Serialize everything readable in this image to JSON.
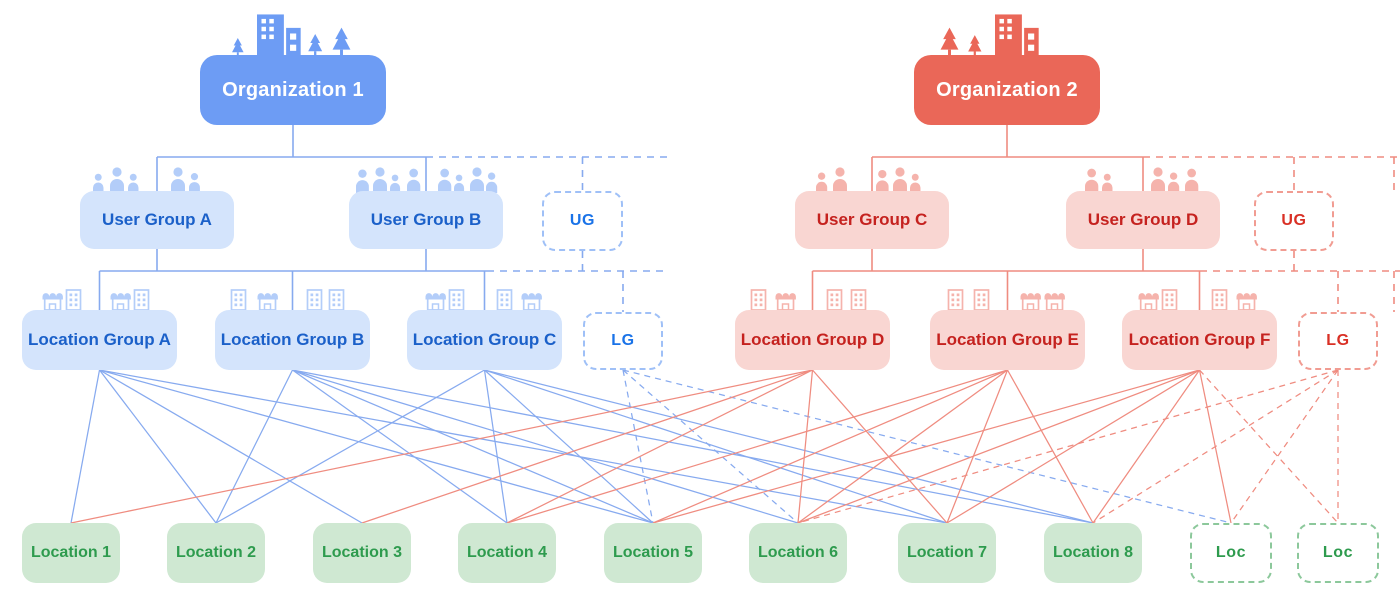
{
  "organizations": [
    {
      "id": "org1",
      "label": "Organization 1",
      "theme": "blue"
    },
    {
      "id": "org2",
      "label": "Organization 2",
      "theme": "red"
    }
  ],
  "user_groups": [
    {
      "id": "ug_a",
      "label": "User Group A",
      "theme": "blue"
    },
    {
      "id": "ug_b",
      "label": "User Group B",
      "theme": "blue"
    },
    {
      "id": "ug_c",
      "label": "User Group C",
      "theme": "red"
    },
    {
      "id": "ug_d",
      "label": "User Group D",
      "theme": "red"
    }
  ],
  "location_groups": [
    {
      "id": "lg_a",
      "label": "Location Group A",
      "theme": "blue"
    },
    {
      "id": "lg_b",
      "label": "Location Group B",
      "theme": "blue"
    },
    {
      "id": "lg_c",
      "label": "Location Group C",
      "theme": "blue"
    },
    {
      "id": "lg_d",
      "label": "Location Group D",
      "theme": "red"
    },
    {
      "id": "lg_e",
      "label": "Location Group E",
      "theme": "red"
    },
    {
      "id": "lg_f",
      "label": "Location Group F",
      "theme": "red"
    }
  ],
  "locations": [
    {
      "id": "loc1",
      "label": "Location 1"
    },
    {
      "id": "loc2",
      "label": "Location 2"
    },
    {
      "id": "loc3",
      "label": "Location 3"
    },
    {
      "id": "loc4",
      "label": "Location 4"
    },
    {
      "id": "loc5",
      "label": "Location 5"
    },
    {
      "id": "loc6",
      "label": "Location 6"
    },
    {
      "id": "loc7",
      "label": "Location 7"
    },
    {
      "id": "loc8",
      "label": "Location 8"
    }
  ],
  "placeholders": {
    "user_group": "UG",
    "location_group": "LG",
    "location": "Loc"
  },
  "icons": {
    "organization": "city-buildings-trees-icon",
    "user_group": "people-group-icon",
    "location_group": "storefronts-icon"
  },
  "colors": {
    "blue": "#6d9cf4",
    "blue_light": "#d4e4fc",
    "blue_icon": "#b3cdf9",
    "blue_text": "#1b60c9",
    "blue_line": "#87aaef",
    "blue_badge_text": "#1a73e8",
    "red": "#ea6758",
    "red_light": "#f9d6d2",
    "red_icon": "#f5b3ac",
    "red_text": "#c5221f",
    "red_line": "#ef8c80",
    "red_badge_text": "#d93025",
    "green_light": "#cfe8d2",
    "green_text": "#2e9b4e",
    "green_border": "#8cc89b"
  },
  "connections": {
    "blue_solid": [
      [
        "lg_a",
        "loc1"
      ],
      [
        "lg_a",
        "loc2"
      ],
      [
        "lg_a",
        "loc3"
      ],
      [
        "lg_a",
        "loc5"
      ],
      [
        "lg_a",
        "loc7"
      ],
      [
        "lg_b",
        "loc2"
      ],
      [
        "lg_b",
        "loc4"
      ],
      [
        "lg_b",
        "loc5"
      ],
      [
        "lg_b",
        "loc6"
      ],
      [
        "lg_b",
        "loc8"
      ],
      [
        "lg_c",
        "loc2"
      ],
      [
        "lg_c",
        "loc4"
      ],
      [
        "lg_c",
        "loc5"
      ],
      [
        "lg_c",
        "loc7"
      ],
      [
        "lg_c",
        "loc8"
      ]
    ],
    "blue_dashed": [
      [
        "lg_placeholder_blue",
        "loc5"
      ],
      [
        "lg_placeholder_blue",
        "loc6"
      ],
      [
        "lg_placeholder_blue",
        "loc_placeholder_1"
      ]
    ],
    "red_solid": [
      [
        "lg_d",
        "loc1"
      ],
      [
        "lg_d",
        "loc3"
      ],
      [
        "lg_d",
        "loc4"
      ],
      [
        "lg_d",
        "loc6"
      ],
      [
        "lg_d",
        "loc7"
      ],
      [
        "lg_e",
        "loc4"
      ],
      [
        "lg_e",
        "loc5"
      ],
      [
        "lg_e",
        "loc6"
      ],
      [
        "lg_e",
        "loc7"
      ],
      [
        "lg_e",
        "loc8"
      ],
      [
        "lg_f",
        "loc5"
      ],
      [
        "lg_f",
        "loc6"
      ],
      [
        "lg_f",
        "loc7"
      ],
      [
        "lg_f",
        "loc8"
      ],
      [
        "lg_f",
        "loc_placeholder_1"
      ]
    ],
    "red_dashed": [
      [
        "lg_placeholder_red",
        "loc6"
      ],
      [
        "lg_placeholder_red",
        "loc8"
      ],
      [
        "lg_placeholder_red",
        "loc_placeholder_1"
      ],
      [
        "lg_placeholder_red",
        "loc_placeholder_2"
      ],
      [
        "lg_f",
        "loc_placeholder_2"
      ]
    ]
  }
}
